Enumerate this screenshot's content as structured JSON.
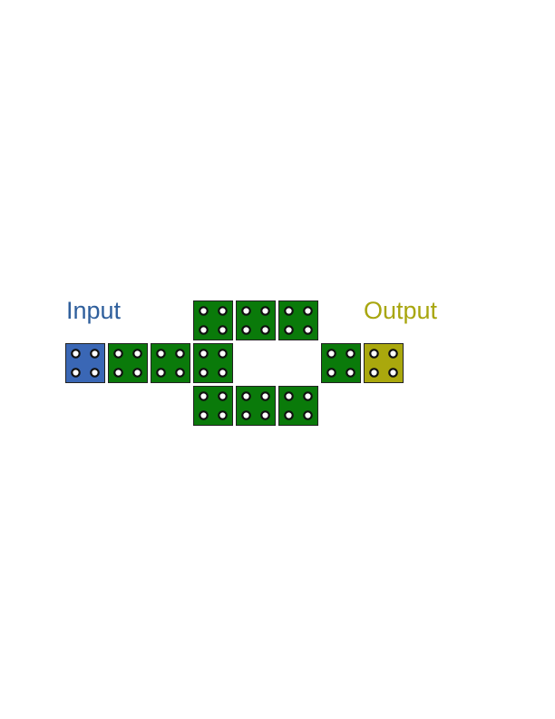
{
  "labels": {
    "input": "Input",
    "output": "Output"
  },
  "colors": {
    "input_block": "#3a67b5",
    "output_block": "#aaa80d",
    "middle_block": "#0a7a0a",
    "input_text": "#2f5f9c",
    "output_text": "#a8a60f",
    "block_border": "#222222",
    "hole_fill": "#ffffff",
    "hole_ring": "#111111"
  },
  "blocks": [
    {
      "role": "input",
      "icon": "four-hole-brick"
    },
    {
      "role": "middle",
      "icon": "four-hole-brick"
    },
    {
      "role": "middle",
      "icon": "four-hole-brick"
    },
    {
      "role": "middle",
      "icon": "four-hole-brick"
    },
    {
      "role": "middle",
      "icon": "four-hole-brick"
    },
    {
      "role": "middle",
      "icon": "four-hole-brick"
    },
    {
      "role": "middle",
      "icon": "four-hole-brick"
    },
    {
      "role": "middle",
      "icon": "four-hole-brick"
    },
    {
      "role": "middle",
      "icon": "four-hole-brick"
    },
    {
      "role": "middle",
      "icon": "four-hole-brick"
    },
    {
      "role": "middle",
      "icon": "four-hole-brick"
    },
    {
      "role": "middle",
      "icon": "four-hole-brick"
    },
    {
      "role": "output",
      "icon": "four-hole-brick"
    }
  ]
}
